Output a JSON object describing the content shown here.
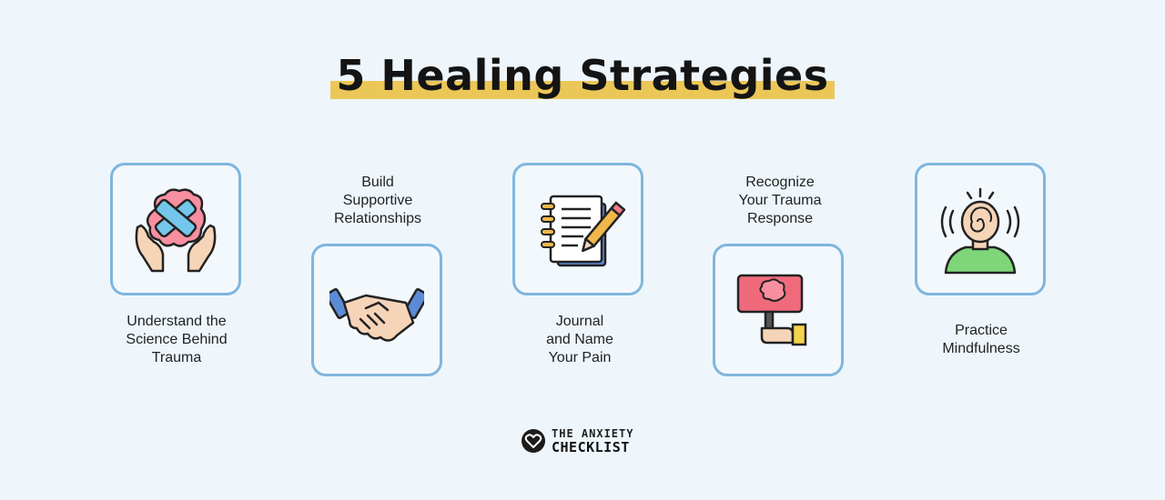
{
  "title": "5 Healing Strategies",
  "colors": {
    "background": "#eef6fc",
    "highlight": "#eac757",
    "card_border": "#7fb6dd"
  },
  "strategies": [
    {
      "lines": [
        "Understand the",
        "Science Behind",
        "Trauma"
      ],
      "icon": "brain-bandage-hands-icon"
    },
    {
      "lines": [
        "Build",
        "Supportive",
        "Relationships"
      ],
      "icon": "handshake-icon"
    },
    {
      "lines": [
        "Journal",
        "and Name",
        "Your Pain"
      ],
      "icon": "journal-pencil-icon"
    },
    {
      "lines": [
        "Recognize",
        "Your Trauma",
        "Response"
      ],
      "icon": "brain-sign-icon"
    },
    {
      "lines": [
        "Practice",
        "Mindfulness"
      ],
      "icon": "mindful-person-icon"
    }
  ],
  "brand": {
    "top": "THE ANXIETY",
    "bottom": "CHECKLIST",
    "icon": "heart-logo-icon"
  }
}
